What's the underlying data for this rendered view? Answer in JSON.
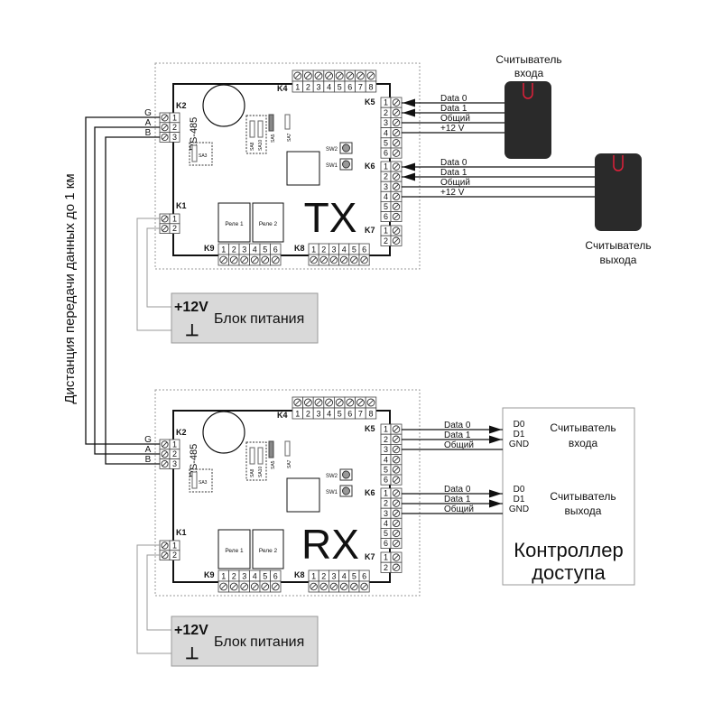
{
  "distance_label": "Дистанция передачи данных до 1 км",
  "rs485_wires": [
    "G",
    "A",
    "B"
  ],
  "boards": [
    {
      "id": "tx",
      "name": "TX"
    },
    {
      "id": "rx",
      "name": "RX"
    }
  ],
  "board_labels": {
    "k1": "K1",
    "k2": "K2",
    "k4": "K4",
    "k5": "K5",
    "k6": "K6",
    "k7": "K7",
    "k8": "K8",
    "k9": "K9",
    "rs485": "RS-485",
    "sa3": "SA3",
    "sa8": "SA8",
    "sa10": "SA10",
    "sa5": "SA5",
    "sa7": "SA7",
    "sw1": "SW1",
    "sw2": "SW2",
    "relay1": "Реле 1",
    "relay2": "Реле 2"
  },
  "terminal_numbers": [
    "1",
    "2",
    "3",
    "4",
    "5",
    "6",
    "7",
    "8"
  ],
  "power_supply": {
    "voltage": "+12V",
    "ground_symbol": "⊥",
    "label": "Блок питания"
  },
  "tx_wires": [
    "Data 0",
    "Data 1",
    "Общий",
    "+12 V"
  ],
  "readers": {
    "entry": [
      "Считыватель",
      "входа"
    ],
    "exit": [
      "Считыватель",
      "выхода"
    ]
  },
  "rx_wires": [
    "Data 0",
    "Data 1",
    "Общий"
  ],
  "controller": {
    "pins": [
      "D0",
      "D1",
      "GND"
    ],
    "entry_label": [
      "Считыватель",
      "входа"
    ],
    "exit_label": [
      "Считыватель",
      "выхода"
    ],
    "title": [
      "Контроллер",
      "доступа"
    ]
  },
  "colors": {
    "reader_body": "#2a2a2a",
    "reader_led": "#e0203a",
    "psu_fill": "#d9d9d9",
    "psu_wire": "#999999"
  }
}
